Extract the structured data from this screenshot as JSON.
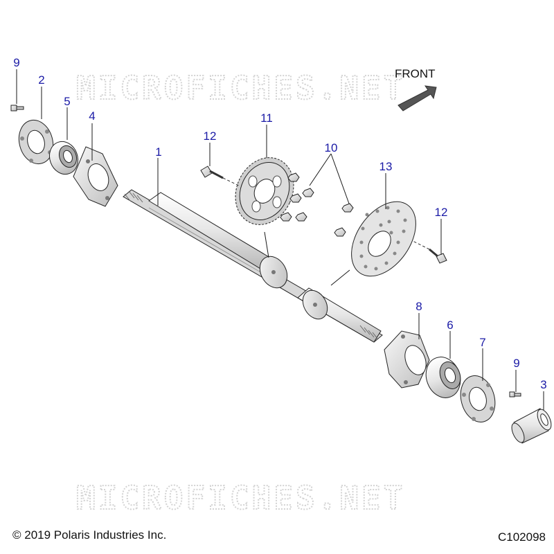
{
  "watermark": "MICROFICHES.NET",
  "front_label": "FRONT",
  "copyright": "© 2019 Polaris Industries Inc.",
  "drawing_id": "C102098",
  "callouts": {
    "c9a": "9",
    "c2": "2",
    "c5": "5",
    "c4": "4",
    "c1": "1",
    "c12a": "12",
    "c11": "11",
    "c10": "10",
    "c13": "13",
    "c12b": "12",
    "c8": "8",
    "c6": "6",
    "c7": "7",
    "c9b": "9",
    "c3": "3"
  },
  "colors": {
    "callout": "#1a1aa6",
    "metal": "#e4e4e4",
    "arrow": "#555555"
  }
}
